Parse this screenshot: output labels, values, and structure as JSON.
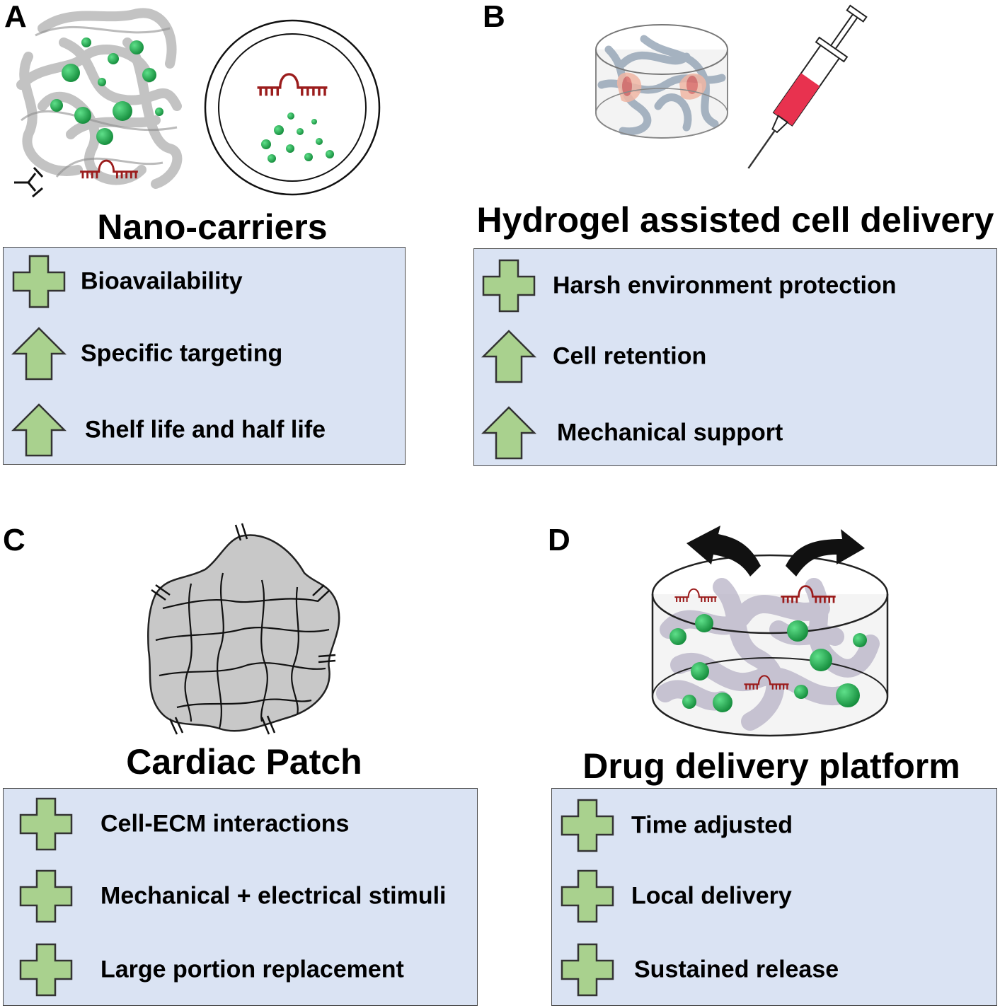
{
  "colors": {
    "box_fill": "#dae3f3",
    "icon_green": "#a9d18e",
    "particle_green": "#1fa34a",
    "rna_red": "#9b1c1c",
    "syringe_red": "#e8324f"
  },
  "panels": {
    "a": {
      "letter": "A",
      "title": "Nano-carriers",
      "items": [
        {
          "icon": "plus-icon",
          "label": "Bioavailability"
        },
        {
          "icon": "up-arrow-icon",
          "label": "Specific targeting"
        },
        {
          "icon": "up-arrow-icon",
          "label": "Shelf life and half life"
        }
      ]
    },
    "b": {
      "letter": "B",
      "title": "Hydrogel assisted cell delivery",
      "items": [
        {
          "icon": "plus-icon",
          "label": "Harsh environment protection"
        },
        {
          "icon": "up-arrow-icon",
          "label": "Cell retention"
        },
        {
          "icon": "up-arrow-icon",
          "label": "Mechanical support"
        }
      ]
    },
    "c": {
      "letter": "C",
      "title": "Cardiac Patch",
      "items": [
        {
          "icon": "plus-icon",
          "label": "Cell-ECM interactions"
        },
        {
          "icon": "plus-icon",
          "label": "Mechanical + electrical stimuli"
        },
        {
          "icon": "plus-icon",
          "label": "Large portion replacement"
        }
      ]
    },
    "d": {
      "letter": "D",
      "title": "Drug delivery platform",
      "items": [
        {
          "icon": "plus-icon",
          "label": "Time adjusted"
        },
        {
          "icon": "plus-icon",
          "label": "Local delivery"
        },
        {
          "icon": "plus-icon",
          "label": "Sustained release"
        }
      ]
    }
  }
}
